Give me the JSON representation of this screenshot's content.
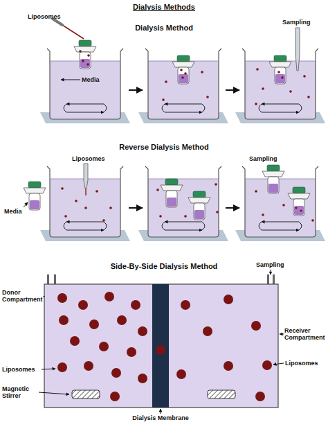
{
  "diagram": {
    "title": "Dialysis Methods",
    "labels": [
      "Dialysis Method",
      "Liposomes",
      "Sampling",
      "Media",
      "Reverse Dialysis Method",
      "Liposomes",
      "Sampling",
      "Media",
      "Side-By-Side Dialysis Method",
      "Sampling",
      "Donor Compartment",
      "Receiver Compartment",
      "Liposomes",
      "Liposomes",
      "Magnetic Stirrer",
      "Dialysis Membrane"
    ]
  }
}
